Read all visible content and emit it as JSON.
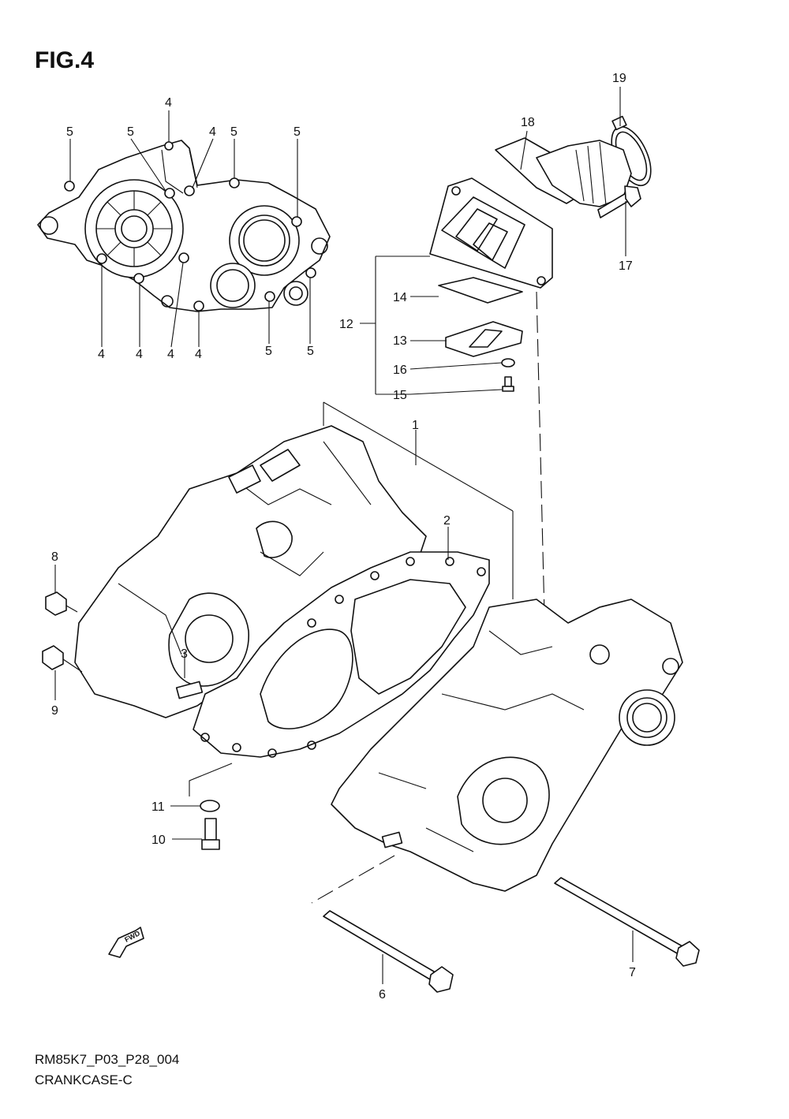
{
  "figure_title": "FIG.4",
  "footer": {
    "model_code": "RM85K7_P03_P28_004",
    "section_name": "CRANKCASE-C"
  },
  "fwd_arrow_label": "FWD",
  "callouts": {
    "c1": "1",
    "c2": "2",
    "c3": "3",
    "c4a": "4",
    "c4b": "4",
    "c4c": "4",
    "c4d": "4",
    "c4e": "4",
    "c4f": "4",
    "c5a": "5",
    "c5b": "5",
    "c5c": "5",
    "c5d": "5",
    "c5e": "5",
    "c5f": "5",
    "c6": "6",
    "c7": "7",
    "c8": "8",
    "c9": "9",
    "c10": "10",
    "c11": "11",
    "c12": "12",
    "c13": "13",
    "c14": "14",
    "c15": "15",
    "c16": "16",
    "c17": "17",
    "c18": "18",
    "c19": "19"
  }
}
